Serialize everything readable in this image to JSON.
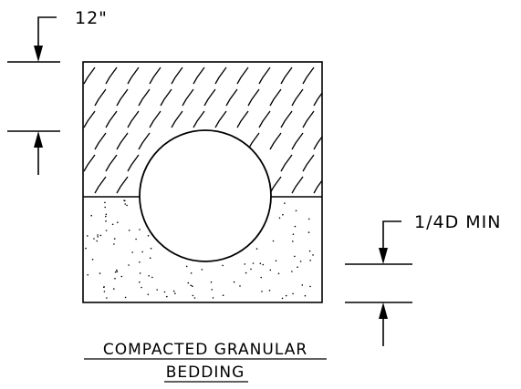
{
  "dimensions": {
    "cover_label": "12\"",
    "bedding_label": "1/4D MIN"
  },
  "caption": {
    "line1": "COMPACTED GRANULAR",
    "line2": "BEDDING"
  },
  "colors": {
    "line": "#000000",
    "background": "#ffffff"
  }
}
